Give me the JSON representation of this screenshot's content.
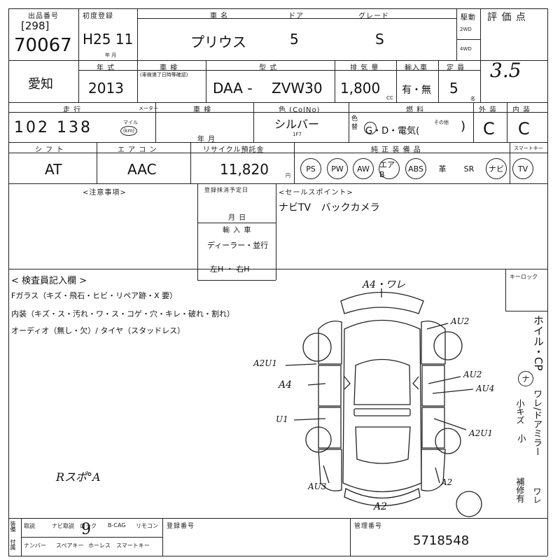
{
  "header": {
    "lot_label": "出品番号",
    "lot_bracket": "[298]",
    "lot_number": "70067",
    "first_reg_label": "初度登録",
    "first_reg": "H25 11",
    "first_reg_unit": "年 月",
    "car_name_label": "車 名",
    "car_name": "プリウス",
    "doors_label": "ドア",
    "doors": "5",
    "grade_label": "グレード",
    "grade": "S",
    "drive_label": "駆動",
    "drive_2wd": "2WD",
    "drive_4wd": "4WD",
    "score_label": "評 価 点",
    "score": "3.5"
  },
  "row2": {
    "pref": "愛知",
    "year_label": "年 式",
    "year": "2013",
    "exp_label": "車 検",
    "exp_sub": "(車検満了日時等確認)",
    "model_label": "型 式",
    "model_prefix": "DAA -",
    "model": "ZVW30",
    "displacement_label": "排 気 量",
    "displacement": "1,800",
    "cc": "CC",
    "import_label": "輸入車",
    "import_val": "有・無",
    "capacity_label": "定 員",
    "capacity": "5",
    "capacity_unit": "名"
  },
  "row3": {
    "mileage_label": "走 行",
    "mileage": "102 138",
    "mile_unit": "マイル",
    "km": "(km)",
    "meter_label": "メーター",
    "chassis_label": "車 検",
    "chassis_unit": "年 月",
    "color_label": "色 (ColNo)",
    "color": "シルバー",
    "color_code": "1F7",
    "color_change_label": "色 替",
    "fuel_label": "燃 料",
    "fuel_val": "G・D・電気(",
    "fuel_other": "その他",
    "fuel_close": ")",
    "exterior_label": "外 装",
    "exterior": "C",
    "interior_label": "内 装",
    "interior": "C"
  },
  "row4": {
    "shift_label": "シ フ ト",
    "shift": "AT",
    "ac_label": "エ ア コ ン",
    "ac": "AAC",
    "recycle_label": "リサイクル預託金",
    "recycle": "11,820",
    "recycle_unit": "円",
    "equip_label": "純 正 装 備 品",
    "equip": [
      "PS",
      "PW",
      "AW",
      "エアB",
      "ABS",
      "革",
      "SR",
      "ナビ",
      "TV"
    ],
    "equip_circled": [
      true,
      true,
      true,
      true,
      true,
      false,
      false,
      true,
      true
    ],
    "smart_key_label": "スマートキー"
  },
  "notes": {
    "caution_label": "<注意事項>",
    "reg_label": "登録抹消予定日",
    "reg_unit": "月 日",
    "import_route_label": "輸 入 車",
    "import_route": "ディーラー・並行",
    "handle": "左H ・ 右H",
    "sales_label": "<セールスポイント>",
    "sales_text": "ナビTV バックカメラ"
  },
  "inspector": {
    "title": "< 検査員記入欄 >",
    "lines": [
      "Fガラス（キズ・飛石・ヒビ・リペア跡・X 要）",
      "内装（キズ・ス・汚れ・ワ・ス・コゲ・穴・キレ・破れ・割れ）",
      "オーディオ（無し・欠）/ タイヤ（スタッドレス）"
    ],
    "bottom_note": "Rスポ°A"
  },
  "diagram": {
    "keylock_label": "キーロック",
    "marks": [
      "A4・ワレ",
      "AU2",
      "A2U1",
      "AU2",
      "A4",
      "AU4",
      "U1",
      "A2U1",
      "AU3",
      "A2",
      "A2"
    ]
  },
  "side_notes": {
    "text_1": "ホイル・CP",
    "text_2": "ナ",
    "text_3": "ワレ/ドアミラー",
    "text_4": "小キズ",
    "text_5": "小",
    "text_6": "ワレ",
    "text_7": "補修有"
  },
  "footer": {
    "items": [
      "取説",
      "ナビ取説",
      "ロック",
      "B-CAG",
      "リモコン"
    ],
    "items2": [
      "ナンバー",
      "スペアキー",
      "ホーレス",
      "スマートキー"
    ],
    "side1": "装備",
    "side2": "付属",
    "reg_no_label": "登録番号",
    "mgmt_no_label": "管理番号",
    "mgmt_no": "5718548"
  }
}
